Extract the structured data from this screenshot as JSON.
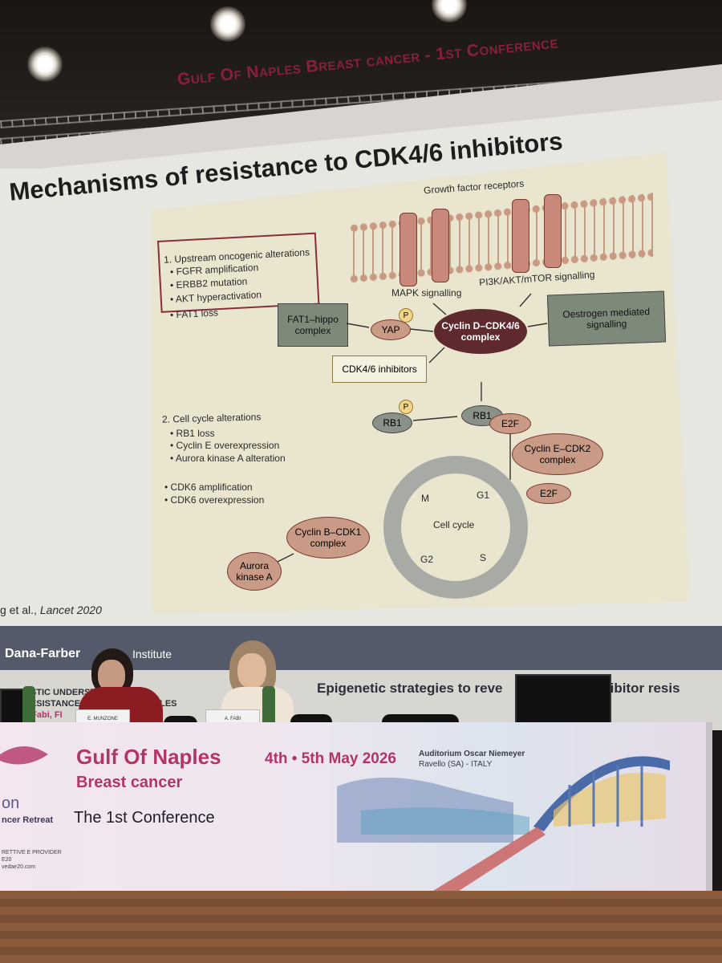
{
  "conference_banner": "Gulf Of Naples Breast cancer - 1st Conference",
  "slide": {
    "title": "Mechanisms of resistance to CDK4/6 inhibitors",
    "credit_prefix": "g et al., ",
    "credit_journal": "Lancet 2020",
    "figure": {
      "growth_factor": "Growth factor receptors",
      "mapk": "MAPK signalling",
      "pi3k": "PI3K/AKT/mTOR signalling",
      "upstream_title": "1. Upstream oncogenic alterations",
      "upstream_items": [
        "FGFR amplification",
        "ERBB2 mutation",
        "AKT hyperactivation",
        "FAT1 loss"
      ],
      "fat1_hippo": "FAT1–hippo complex",
      "yap": "YAP",
      "p_label": "P",
      "cyclin_d": "Cyclin D–CDK4/6 complex",
      "oestrogen": "Oestrogen mediated signalling",
      "cdk_inhibitors": "CDK4/6 inhibitors",
      "cell_cycle_title": "2. Cell cycle alterations",
      "cell_cycle_items": [
        "RB1 loss",
        "Cyclin E overexpression",
        "Aurora kinase A alteration"
      ],
      "cdk6_items": [
        "CDK6 amplification",
        "CDK6 overexpression"
      ],
      "rb1": "RB1",
      "e2f": "E2F",
      "cyclin_e": "Cyclin E–CDK2 complex",
      "cyclin_b": "Cyclin B–CDK1 complex",
      "aurora": "Aurora kinase A",
      "phases": {
        "m": "M",
        "g1": "G1",
        "s": "S",
        "g2": "G2"
      },
      "cell_cycle": "Cell cycle"
    }
  },
  "dana_farber": {
    "left": "Dana-Farber",
    "right": "Institute"
  },
  "lower_banner": {
    "right_text": "Epigenetic strategies to reve",
    "right_text_2": "inhibitor resis",
    "left_line1": "ASTIC UNDERSTA",
    "left_line2": "RESISTANCE",
    "left_line3": "a Fabi, FI",
    "left_line2b": "PLES"
  },
  "nameplates": {
    "left": "E. MUNZONE",
    "right": "A. FABI"
  },
  "table_banner": {
    "title": "Gulf Of Naples",
    "subtitle": "Breast cancer",
    "dates": "4th • 5th May 2026",
    "venue_line1": "Auditorium Oscar Niemeyer",
    "venue_line2": "Ravello (SA) - ITALY",
    "first_conf": "The 1st Conference",
    "logo_line1": "on",
    "logo_line2": "ncer Retreat",
    "small_line1": "RETTIVE E PROVIDER",
    "small_line2": "E20",
    "small_line3": "vedae20.com"
  }
}
